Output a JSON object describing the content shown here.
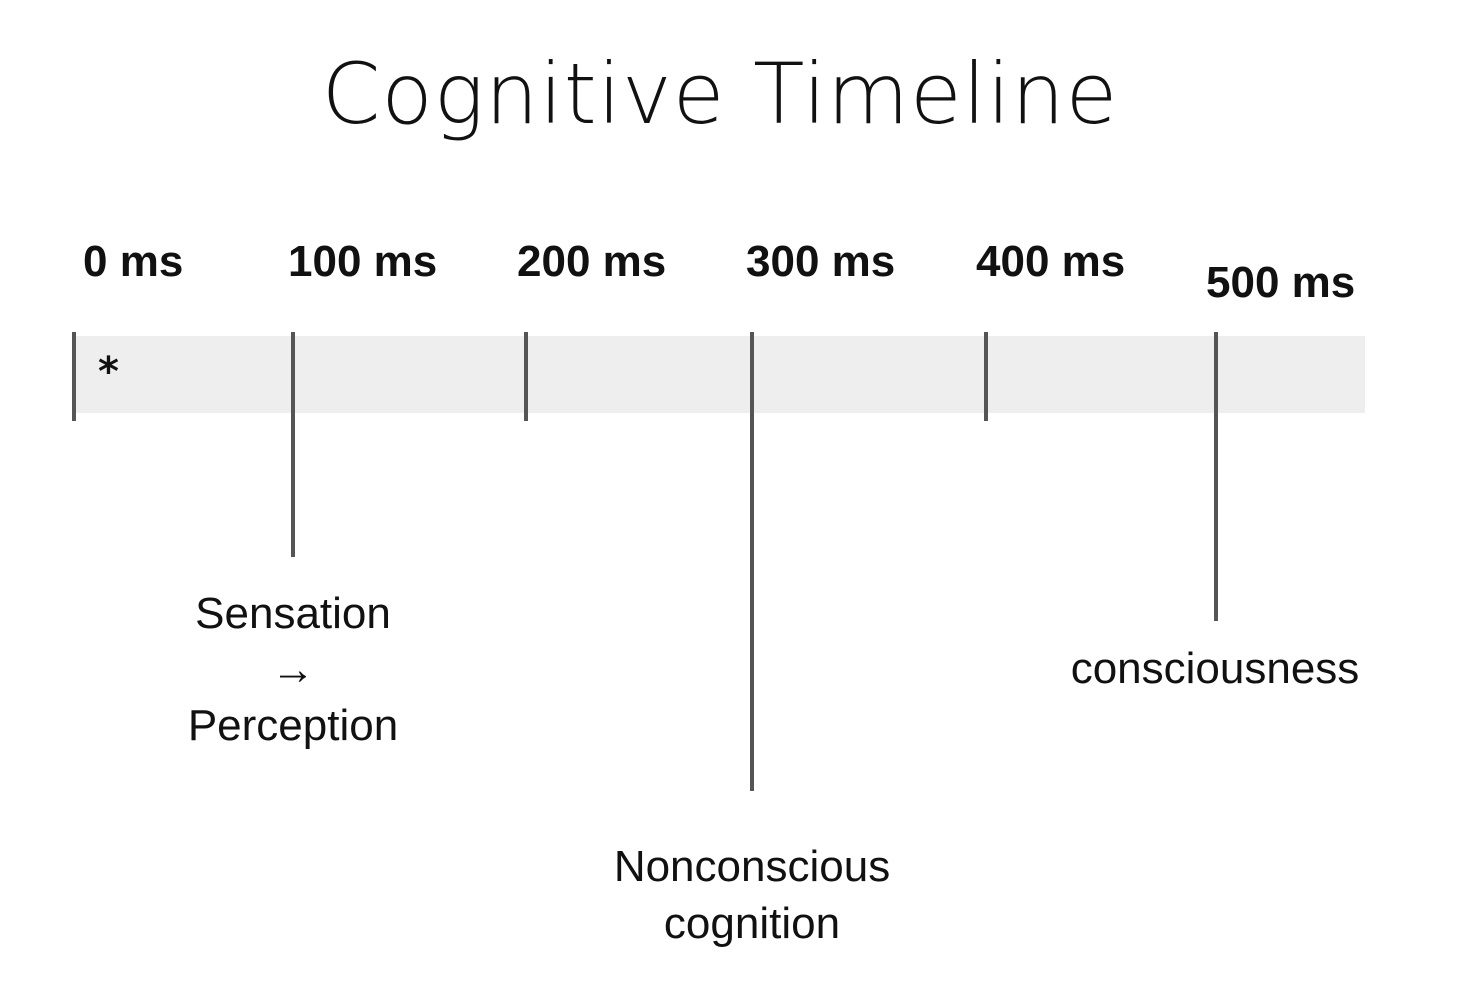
{
  "title": "Cognitive Timeline",
  "ticks": [
    "0 ms",
    "100 ms",
    "200 ms",
    "300 ms",
    "400 ms",
    "500 ms"
  ],
  "marker": "*",
  "events": [
    {
      "lines": [
        "Sensation",
        "→",
        "Perception"
      ]
    },
    {
      "lines": [
        "Nonconscious",
        "cognition"
      ]
    },
    {
      "lines": [
        "consciousness"
      ]
    }
  ],
  "colors": {
    "band": "#eeeeee",
    "line": "#555555",
    "text": "#111111"
  }
}
